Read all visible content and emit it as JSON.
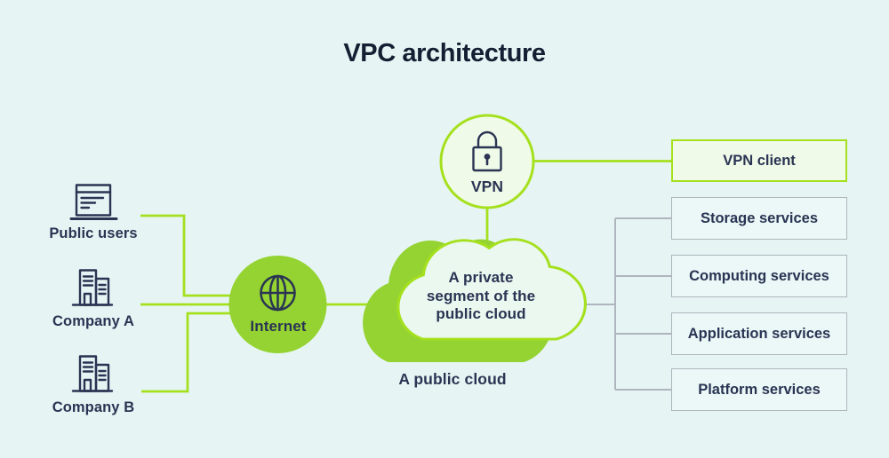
{
  "title": "VPC architecture",
  "colors": {
    "background": "#e6f5f4",
    "lime_fill": "#94d331",
    "lime_line": "#a5e01e",
    "navy": "#2a3453",
    "title_color": "#151e32",
    "gray_line": "#aeb5bd",
    "light_green_fill": "#f0fae8",
    "private_cloud_fill": "#eaf8ef",
    "service_box_fill": "#ebf8f7"
  },
  "left_nodes": [
    {
      "label": "Public users",
      "icon": "browser-users-icon"
    },
    {
      "label": "Company A",
      "icon": "building-icon"
    },
    {
      "label": "Company B",
      "icon": "building-icon"
    }
  ],
  "internet": {
    "label": "Internet",
    "icon": "globe-icon"
  },
  "vpn": {
    "label": "VPN",
    "icon": "lock-icon"
  },
  "cloud": {
    "private_label_lines": [
      "A private",
      "segment of the",
      "public cloud"
    ],
    "public_label": "A public cloud"
  },
  "services": [
    {
      "label": "VPN client",
      "highlighted": true
    },
    {
      "label": "Storage services",
      "highlighted": false
    },
    {
      "label": "Computing services",
      "highlighted": false
    },
    {
      "label": "Application services",
      "highlighted": false
    },
    {
      "label": "Platform services",
      "highlighted": false
    }
  ]
}
